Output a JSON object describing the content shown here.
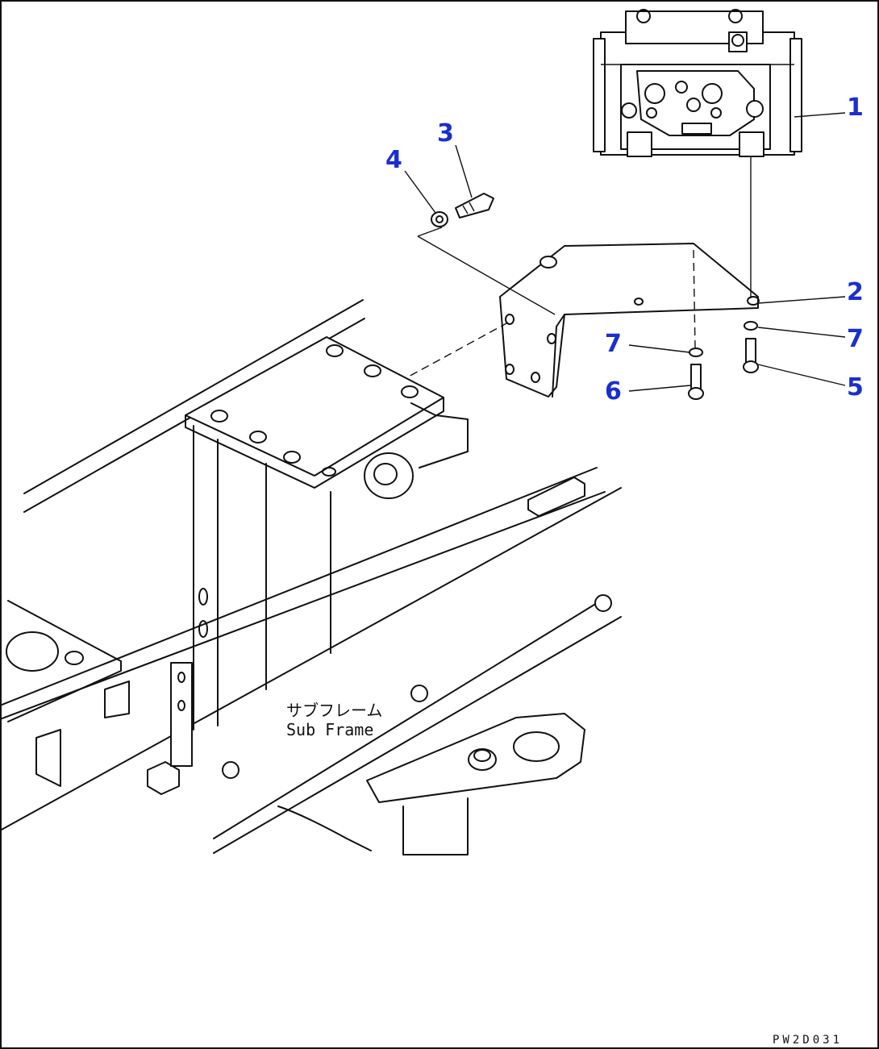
{
  "figure": {
    "drawing_code": "PW2D031",
    "frame_label_jp": "サブフレーム",
    "frame_label_en": "Sub Frame"
  },
  "callouts": [
    {
      "id": "c1",
      "number": "1",
      "part": "valve-assembly"
    },
    {
      "id": "c2",
      "number": "2",
      "part": "mounting-bracket"
    },
    {
      "id": "c3",
      "number": "3",
      "part": "bolt"
    },
    {
      "id": "c4",
      "number": "4",
      "part": "washer"
    },
    {
      "id": "c5",
      "number": "5",
      "part": "bolt"
    },
    {
      "id": "c6",
      "number": "6",
      "part": "bolt"
    },
    {
      "id": "c7a",
      "number": "7",
      "part": "washer"
    },
    {
      "id": "c7b",
      "number": "7",
      "part": "washer"
    }
  ],
  "colors": {
    "callout": "#1a2fcf",
    "line": "#111111",
    "background": "#ffffff"
  }
}
